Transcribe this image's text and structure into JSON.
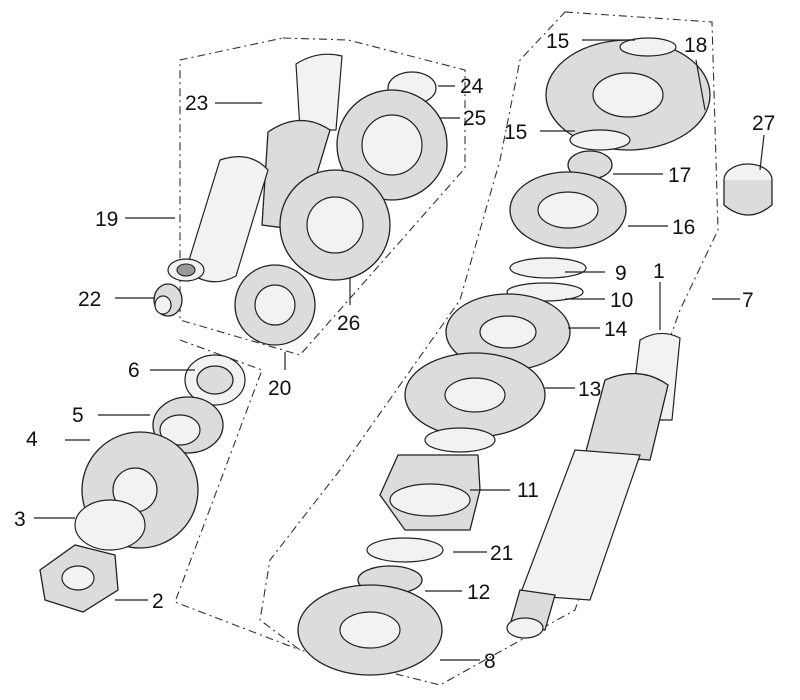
{
  "labels": {
    "p1": "1",
    "p2": "2",
    "p3": "3",
    "p4": "4",
    "p5": "5",
    "p6": "6",
    "p7": "7",
    "p8": "8",
    "p9": "9",
    "p10": "10",
    "p11": "11",
    "p12": "12",
    "p13": "13",
    "p14": "14",
    "p15a": "15",
    "p15b": "15",
    "p16": "16",
    "p17": "17",
    "p18": "18",
    "p19": "19",
    "p20": "20",
    "p21": "21",
    "p22": "22",
    "p23": "23",
    "p24": "24",
    "p25": "25",
    "p26": "26",
    "p27": "27"
  }
}
